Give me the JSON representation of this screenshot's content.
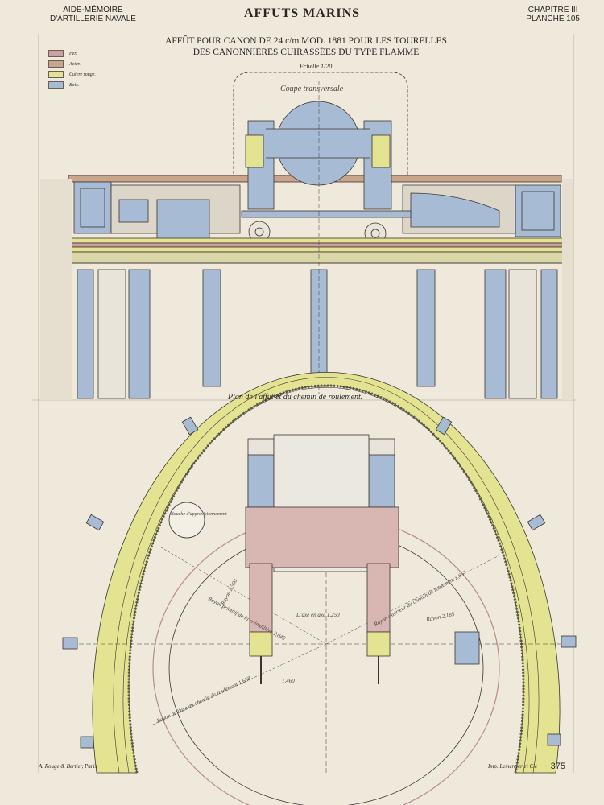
{
  "header": {
    "left_line1": "AIDE-MÉMOIRE",
    "left_line2": "D'ARTILLERIE NAVALE",
    "title": "AFFUTS MARINS",
    "right_line1": "CHAPITRE III",
    "right_line2": "PLANCHE 105"
  },
  "subtitle": {
    "line1": "AFFÛT POUR CANON DE 24 c/m MOD. 1881 POUR LES TOURELLES",
    "line2": "DES CANONNIÈRES CUIRASSÉES DU TYPE FLAMME"
  },
  "legend": [
    {
      "label": "Fer.",
      "color": "#cc9fa3"
    },
    {
      "label": "Acier.",
      "color": "#c9a58c"
    },
    {
      "label": "Cuivre rouge.",
      "color": "#e3e392"
    },
    {
      "label": "Bois.",
      "color": "#a7bcd4"
    }
  ],
  "scale": "Echelle 1/20",
  "section_label": "Coupe transversale",
  "plan_label": "Plan de l'affût et du chemin de roulement.",
  "annotations": {
    "bouche": "Bouche d'approvisionnement",
    "rayon_1": "Rayon 2,500",
    "rayon_2": "Rayon primitif de la crémaillère 2,045",
    "arc": "D'axe en axe 1,250",
    "rayon_3": "Rayon extérieur du chemin de roulement 2,657",
    "rayon_4": "Rayon 2,185",
    "rayon_5": "Rayon de l'axe du chemin de roulement 1,658",
    "dim_1": "1,460"
  },
  "footer": {
    "left": "A. Rouge & Bertier, Paris",
    "right": "Imp. Lemercier et Cie",
    "page": "375"
  },
  "colors": {
    "paper": "#efe9dc",
    "wood": "#a7bcd4",
    "iron": "#cc9fa3",
    "steel": "#c9a58c",
    "copper": "#e3e392",
    "ink": "#3c3431"
  }
}
